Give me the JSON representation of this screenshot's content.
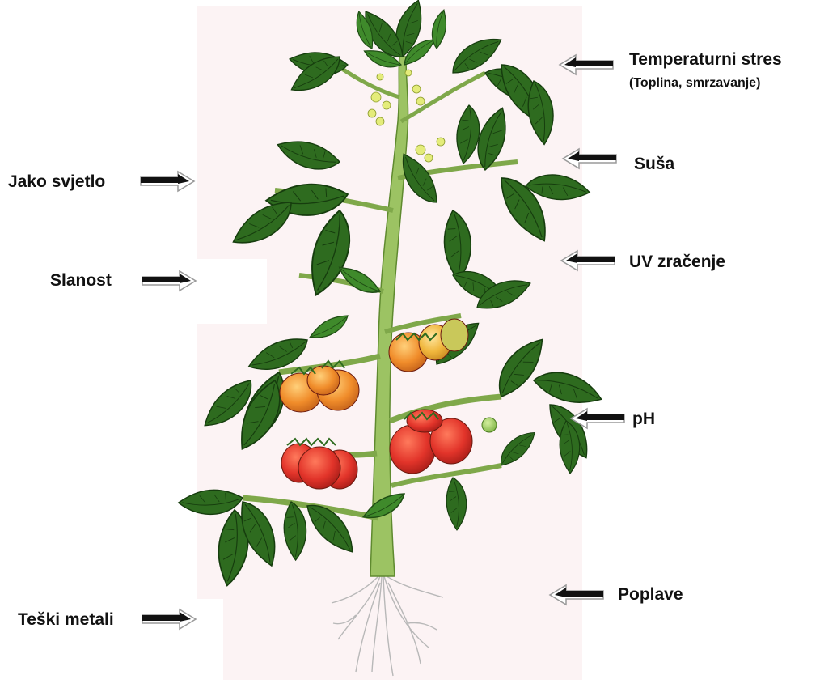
{
  "diagram": {
    "labels": {
      "temperature": "Temperaturni stres",
      "temperature_sub": "(Toplina, smrzavanje)",
      "drought": "Suša",
      "uv": "UV zračenje",
      "ph": "pH",
      "flood": "Poplave",
      "strong_light": "Jako svjetlo",
      "salinity": "Slanost",
      "heavy_metals": "Teški metali"
    },
    "colors": {
      "panel": "#fcf3f4",
      "leaf_dark": "#2e6b1f",
      "leaf": "#3f8a2b",
      "stem": "#8fb85a",
      "tomato_red": "#e2342a",
      "tomato_orange": "#f08c2a",
      "tomato_yellow": "#f0b63c",
      "arrow": "#111111"
    },
    "icons": [
      "arrow-right-icon",
      "arrow-left-icon",
      "tomato-plant-illustration"
    ]
  }
}
